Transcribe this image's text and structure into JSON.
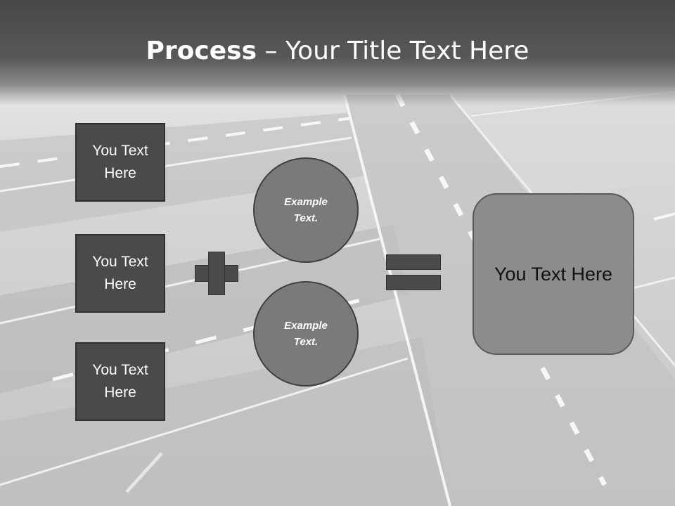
{
  "title": {
    "bold": "Process",
    "rest": " – Your Title Text Here"
  },
  "inputs": [
    {
      "label": "You Text Here"
    },
    {
      "label": "You Text Here"
    },
    {
      "label": "You Text Here"
    }
  ],
  "circles": [
    {
      "label": "Example Text."
    },
    {
      "label": "Example Text."
    }
  ],
  "result": {
    "label": "You Text Here"
  },
  "colors": {
    "title_bar": "#4b4b4b",
    "box_fill": "#4a4a4a",
    "circle_fill": "#7a7a7a",
    "result_fill": "#8c8c8c"
  }
}
